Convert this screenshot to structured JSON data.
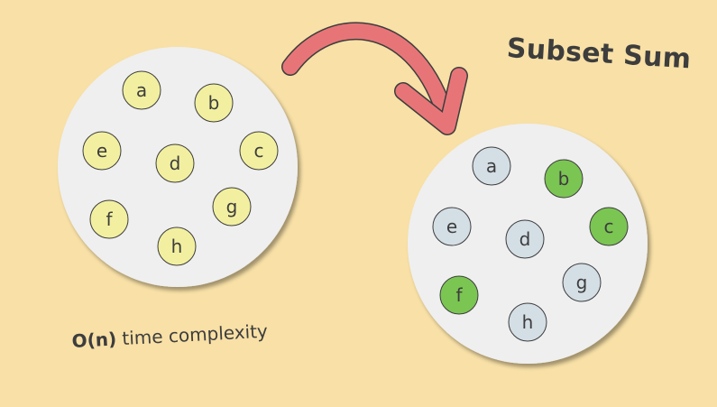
{
  "title": "Subset Sum",
  "complexity": {
    "notation": "O(n)",
    "text": " time complexity"
  },
  "colors": {
    "background": "#f8e0a6",
    "set_fill": "#efeff0",
    "element_yellow": "#f2f0a0",
    "element_grey": "#d4dee5",
    "element_green": "#7bc553",
    "arrow": "#e77578",
    "outline": "#3d3d3d"
  },
  "left_set": {
    "elements": [
      {
        "label": "a",
        "state": "default"
      },
      {
        "label": "b",
        "state": "default"
      },
      {
        "label": "e",
        "state": "default"
      },
      {
        "label": "d",
        "state": "default"
      },
      {
        "label": "c",
        "state": "default"
      },
      {
        "label": "g",
        "state": "default"
      },
      {
        "label": "f",
        "state": "default"
      },
      {
        "label": "h",
        "state": "default"
      }
    ]
  },
  "right_set": {
    "elements": [
      {
        "label": "a",
        "state": "unselected"
      },
      {
        "label": "b",
        "state": "selected"
      },
      {
        "label": "e",
        "state": "unselected"
      },
      {
        "label": "d",
        "state": "unselected"
      },
      {
        "label": "c",
        "state": "selected"
      },
      {
        "label": "g",
        "state": "unselected"
      },
      {
        "label": "f",
        "state": "selected"
      },
      {
        "label": "h",
        "state": "unselected"
      }
    ]
  }
}
